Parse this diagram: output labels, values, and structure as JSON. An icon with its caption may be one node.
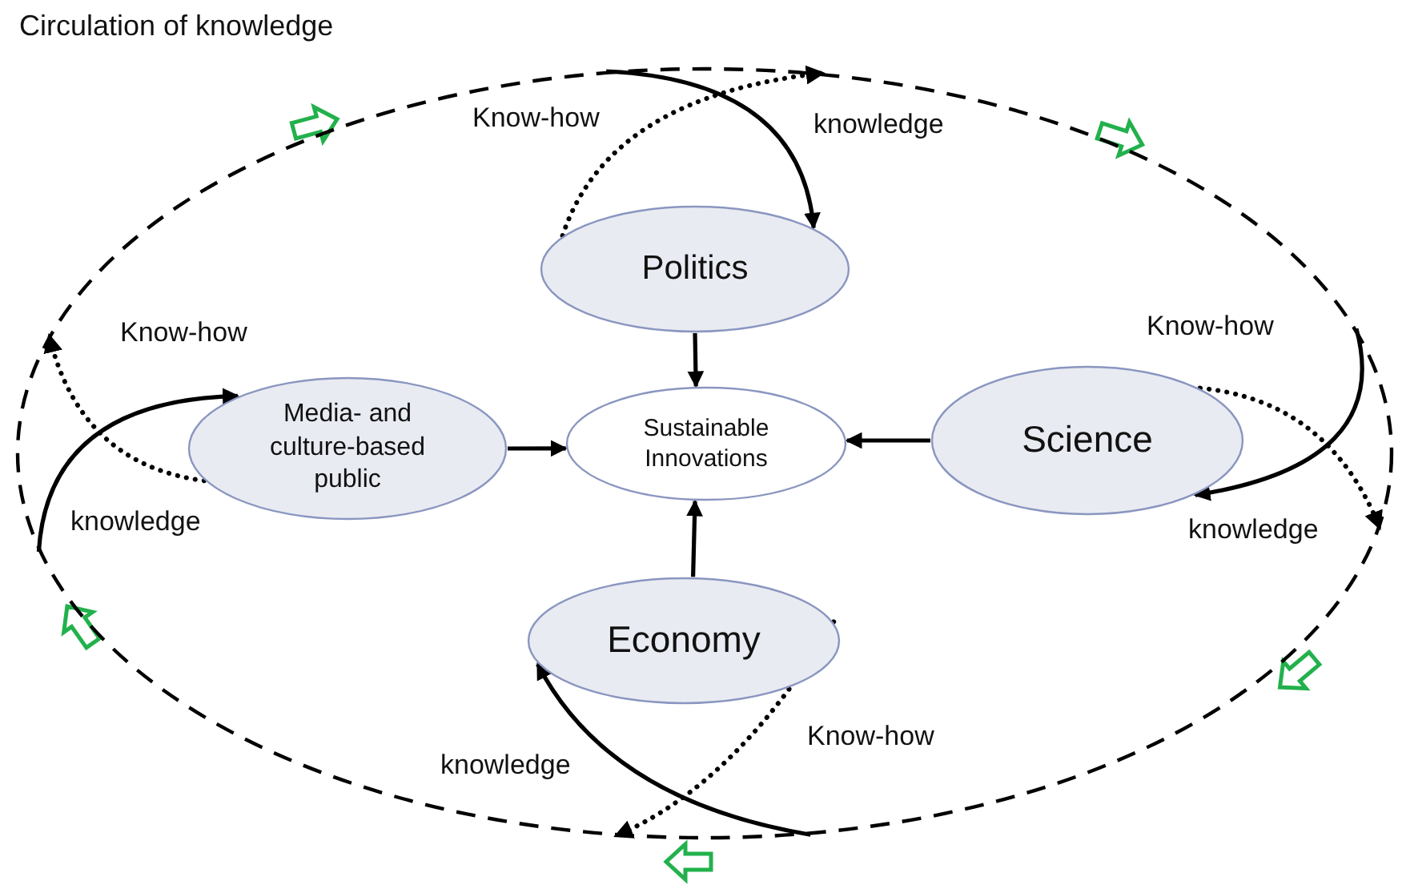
{
  "diagram": {
    "title": "Circulation of knowledge",
    "nodes": [
      {
        "text": [],
        "shape": "ellipse"
      },
      {
        "text": [
          "Politics"
        ],
        "in": 0
      },
      {
        "text": [
          "Media- and culture-based public"
        ],
        "in": 0
      },
      {
        "text": [
          "Sustainable Innovations"
        ],
        "in": 0
      },
      {
        "text": [
          "Science"
        ],
        "in": 0
      },
      {
        "text": [
          "Economy"
        ],
        "in": 0
      }
    ],
    "edges": [
      {
        "from": 1,
        "to": 3,
        "arrow": "to"
      },
      {
        "from": 2,
        "to": 3,
        "arrow": "to"
      },
      {
        "from": 4,
        "to": 3,
        "arrow": "to"
      },
      {
        "from": 5,
        "to": 3,
        "arrow": "to"
      },
      {
        "from": 0,
        "to": 1,
        "arrow": "to",
        "label": "knowledge"
      },
      {
        "from": 1,
        "to": 0,
        "arrow": "to",
        "label": "Know-how",
        "style": "dashed"
      },
      {
        "from": 0,
        "to": 2,
        "arrow": "to",
        "label": "knowledge"
      },
      {
        "from": 2,
        "to": 0,
        "arrow": "to",
        "label": "Know-how",
        "style": "dashed"
      },
      {
        "from": 0,
        "to": 4,
        "arrow": "to",
        "label": "knowledge"
      },
      {
        "from": 4,
        "to": 0,
        "arrow": "to",
        "label": "Know-how",
        "style": "dashed"
      },
      {
        "from": 0,
        "to": 5,
        "arrow": "to",
        "label": "knowledge"
      },
      {
        "from": 5,
        "to": 0,
        "arrow": "to",
        "label": "Know-how",
        "style": "dashed"
      }
    ]
  }
}
